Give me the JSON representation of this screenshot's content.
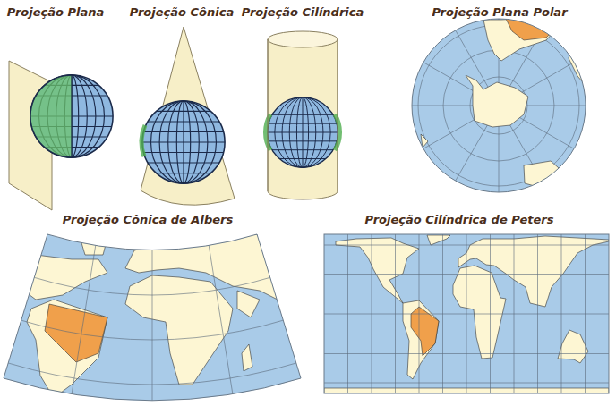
{
  "diagram": {
    "labels": [
      "Projeção Plana",
      "Projeção Cônica",
      "Projeção Cilíndrica",
      "Projeção Plana Polar",
      "Projeção Cônica de Albers",
      "Projeção Cilíndrica de Peters"
    ]
  }
}
